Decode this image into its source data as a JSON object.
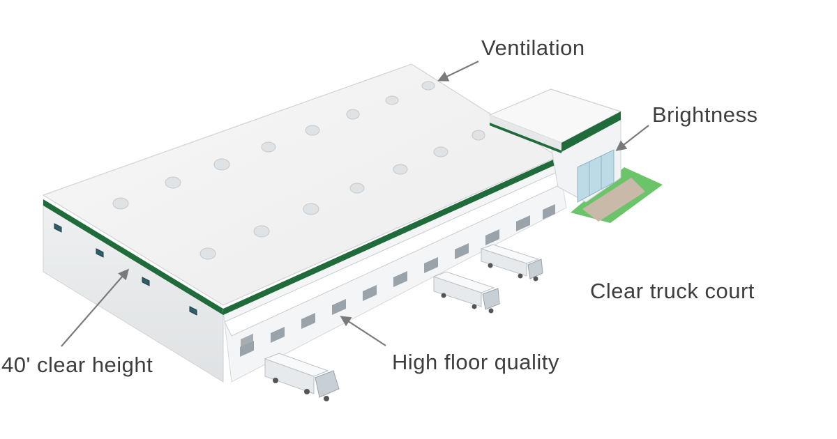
{
  "callouts": {
    "ventilation": "Ventilation",
    "brightness": "Brightness",
    "clear_truck_court": "Clear truck court",
    "high_floor_quality": "High floor quality",
    "clear_height": "40' clear height"
  },
  "colors": {
    "accent_stripe": "#1f6b3a",
    "roof": "#f3f3f3",
    "wall": "#e9ebec",
    "lawn": "#6cc46a",
    "arrow": "#7a7a7a",
    "text": "#3d3d3d"
  }
}
